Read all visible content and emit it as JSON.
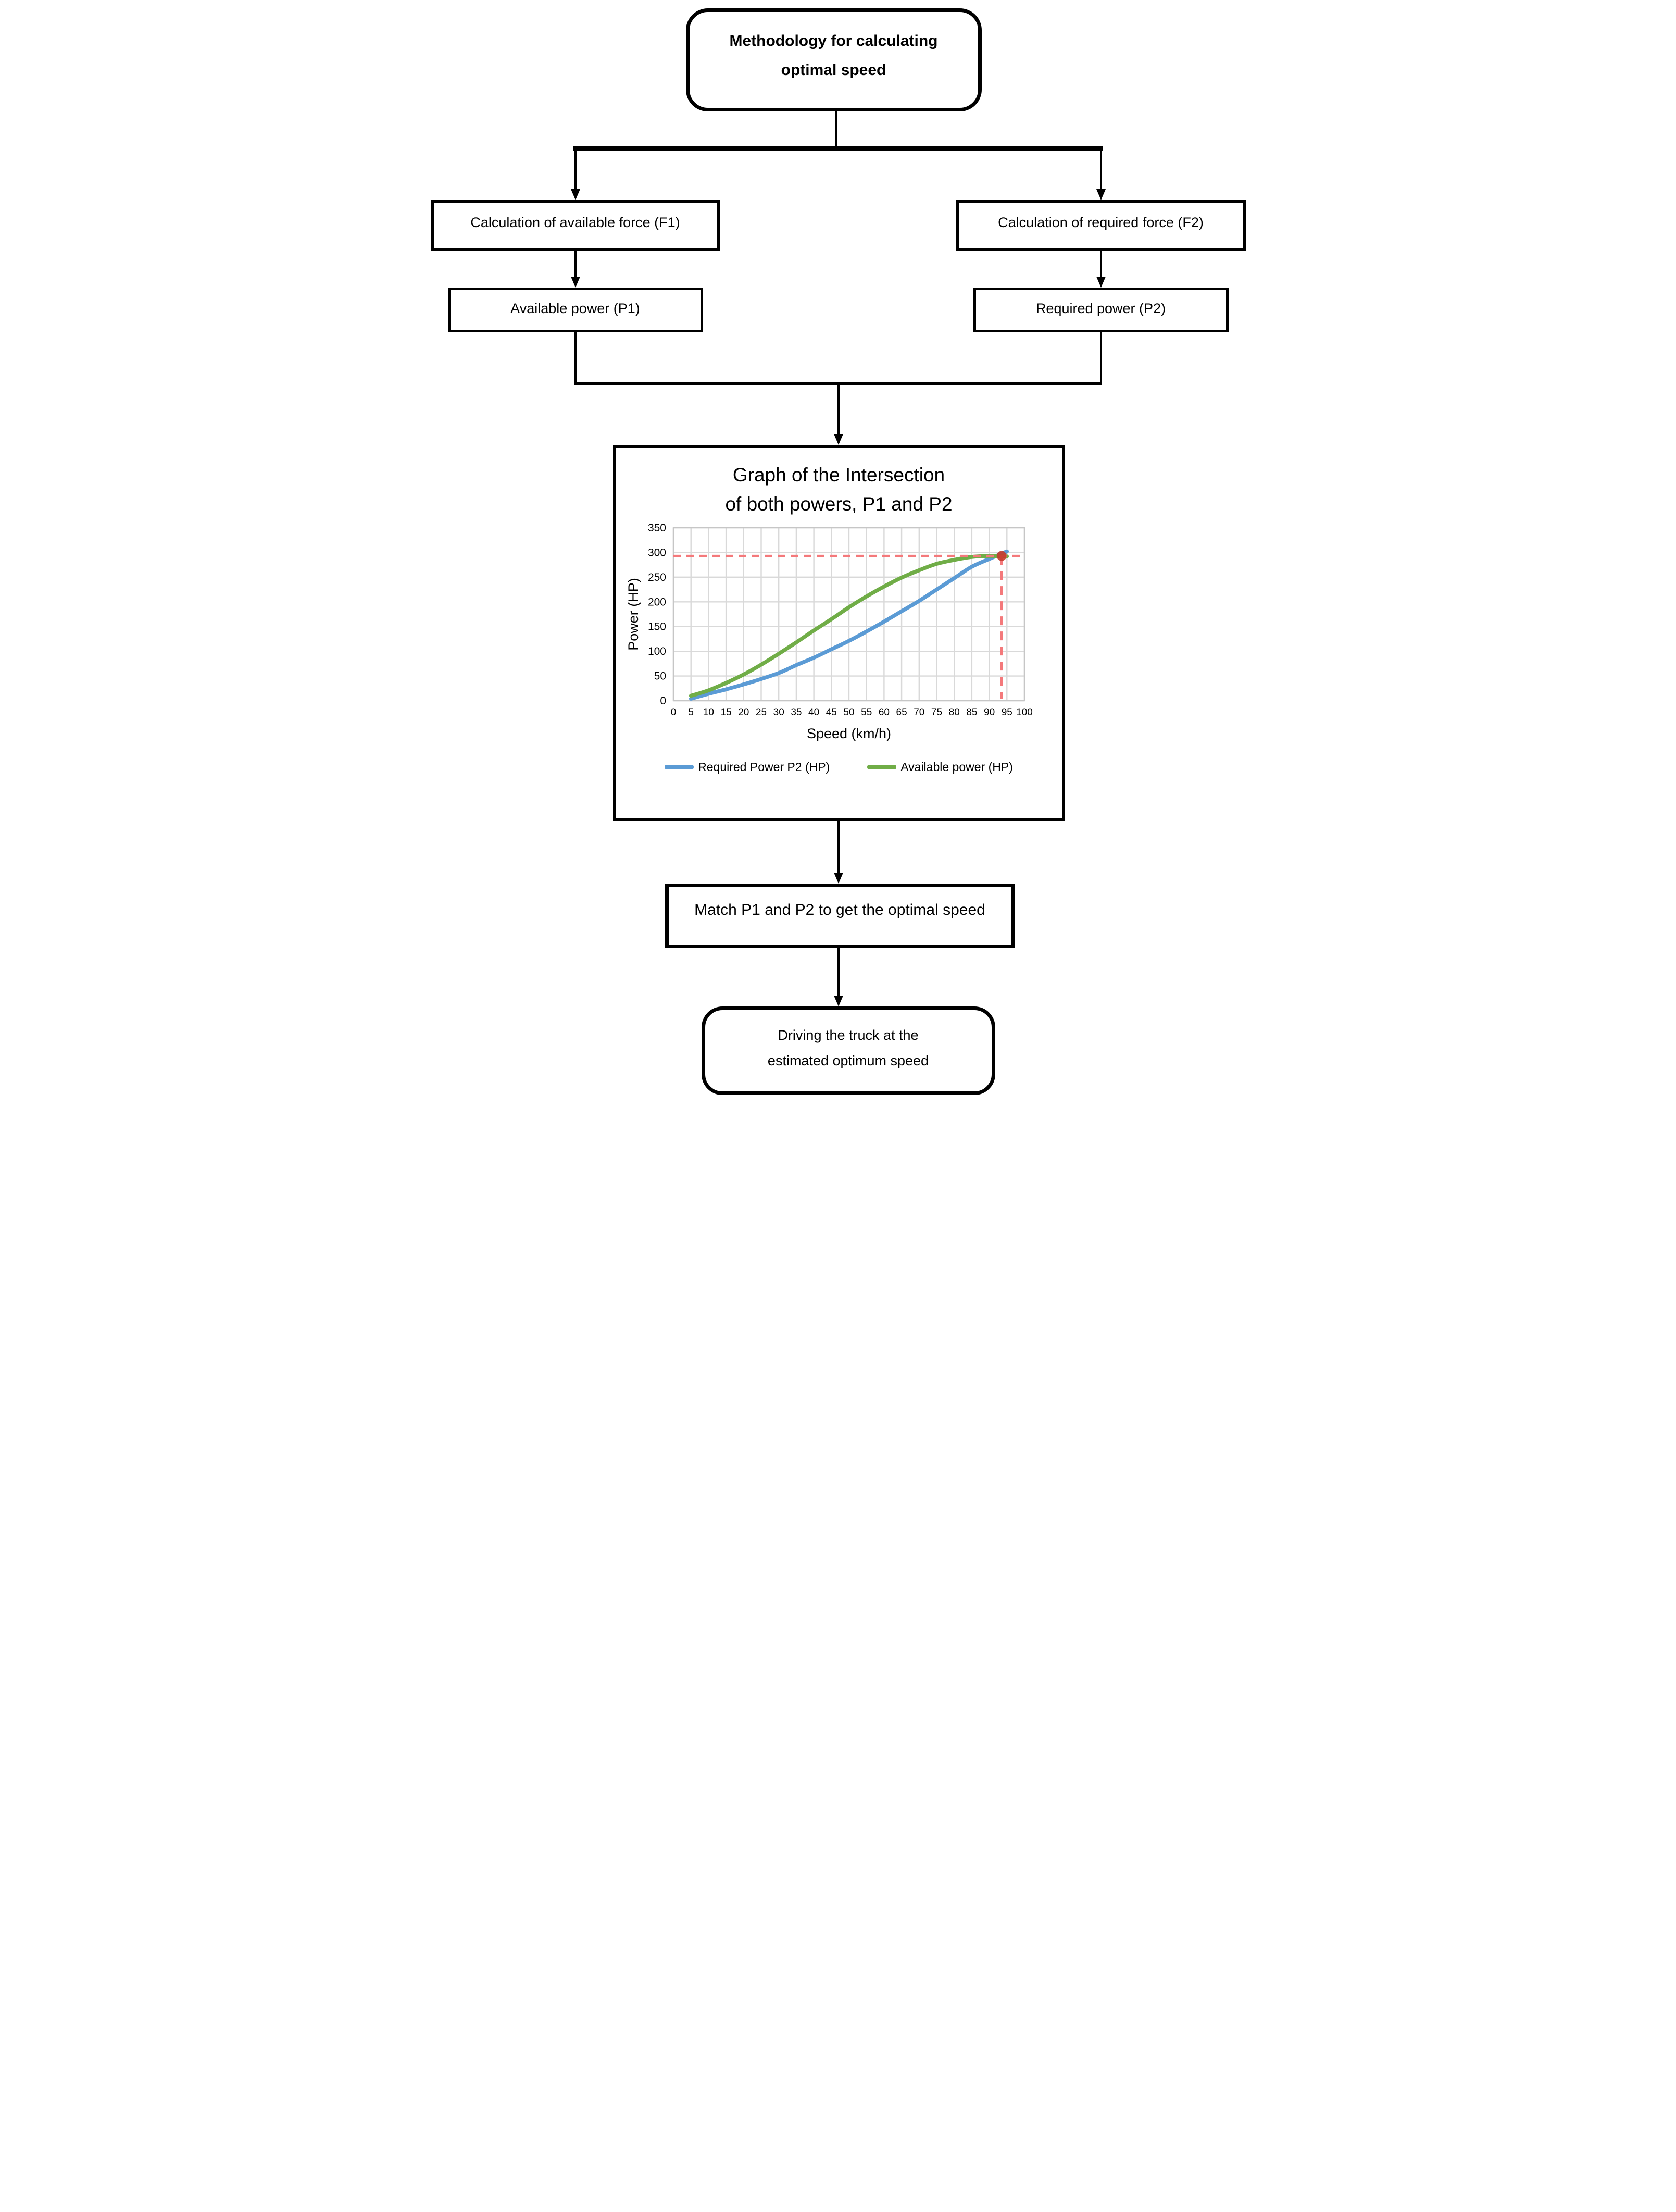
{
  "nodes": {
    "start": {
      "lines": [
        "Methodology for calculating",
        "optimal speed"
      ]
    },
    "calc_available": {
      "text": "Calculation of available force (F1)"
    },
    "calc_required": {
      "text": "Calculation of required force (F2)"
    },
    "available_power": {
      "text": "Available power (P1)"
    },
    "required_power": {
      "text": "Required power (P2)"
    },
    "match": {
      "text": "Match P1 and P2 to get the optimal speed"
    },
    "end": {
      "lines": [
        "Driving the truck at the",
        "estimated optimum speed"
      ]
    }
  },
  "chart_data": {
    "type": "line",
    "title_lines": [
      "Graph of the Intersection",
      "of both powers, P1 and P2"
    ],
    "xlabel": "Speed (km/h)",
    "ylabel": "Power (HP)",
    "xlim": [
      0,
      100
    ],
    "ylim": [
      0,
      350
    ],
    "x_tick_step": 5,
    "y_tick_step": 50,
    "grid": true,
    "gridline_color": "#D9D9D9",
    "plot_border_color": "#C6C6C6",
    "x": [
      5,
      10,
      15,
      20,
      25,
      30,
      35,
      40,
      45,
      50,
      55,
      60,
      65,
      70,
      75,
      80,
      85,
      90,
      95
    ],
    "series": [
      {
        "name": "Required Power P2 (HP)",
        "color": "#5B9BD5",
        "values": [
          4,
          14,
          23,
          33,
          44,
          56,
          72,
          87,
          104,
          121,
          140,
          160,
          181,
          202,
          225,
          248,
          271,
          287,
          302
        ]
      },
      {
        "name": "Available power (HP)",
        "color": "#70AD47",
        "values": [
          10,
          21,
          36,
          53,
          73,
          95,
          118,
          142,
          165,
          189,
          211,
          231,
          249,
          264,
          277,
          285,
          291,
          293,
          292
        ]
      }
    ],
    "intersection": {
      "x": 93.5,
      "y": 293,
      "marker_color": "#C43B2E",
      "line_color": "#F4797B",
      "line_style": "dashed"
    },
    "legend_position": "bottom"
  }
}
